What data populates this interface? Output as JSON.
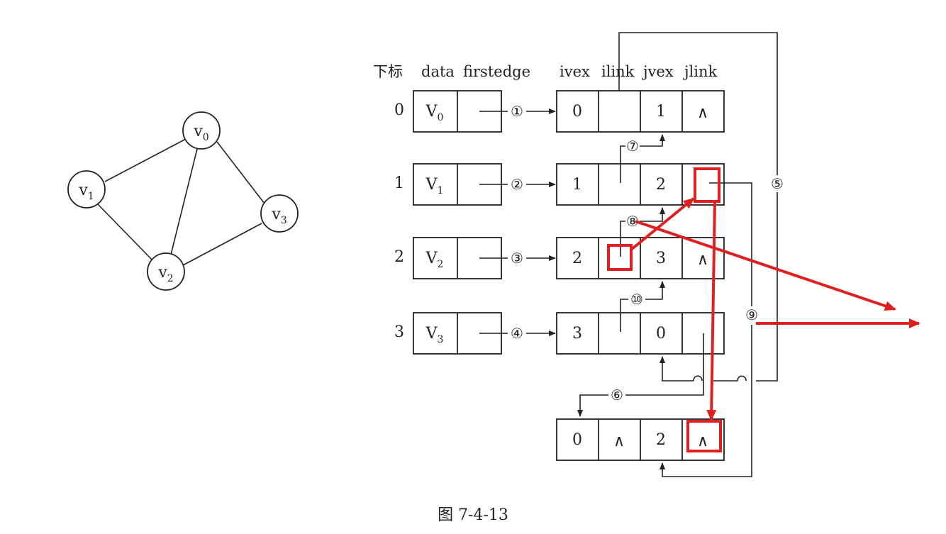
{
  "graph": {
    "vertices": [
      {
        "id": "v0",
        "base": "v",
        "sub": "0"
      },
      {
        "id": "v1",
        "base": "v",
        "sub": "1"
      },
      {
        "id": "v2",
        "base": "v",
        "sub": "2"
      },
      {
        "id": "v3",
        "base": "v",
        "sub": "3"
      }
    ],
    "edges": [
      [
        "v0",
        "v1"
      ],
      [
        "v0",
        "v2"
      ],
      [
        "v0",
        "v3"
      ],
      [
        "v1",
        "v2"
      ],
      [
        "v2",
        "v3"
      ]
    ]
  },
  "headers": {
    "index": "下标",
    "data": "data",
    "firstedge": "firstedge",
    "ivex": "ivex",
    "ilink": "ilink",
    "jvex": "jvex",
    "jlink": "jlink"
  },
  "vertex_table": [
    {
      "index": "0",
      "base": "V",
      "sub": "0"
    },
    {
      "index": "1",
      "base": "V",
      "sub": "1"
    },
    {
      "index": "2",
      "base": "V",
      "sub": "2"
    },
    {
      "index": "3",
      "base": "V",
      "sub": "3"
    }
  ],
  "edge_nodes": [
    {
      "ivex": "0",
      "ilink": "",
      "jvex": "1",
      "jlink": "∧"
    },
    {
      "ivex": "1",
      "ilink": "",
      "jvex": "2",
      "jlink": ""
    },
    {
      "ivex": "2",
      "ilink": "",
      "jvex": "3",
      "jlink": "∧"
    },
    {
      "ivex": "3",
      "ilink": "",
      "jvex": "0",
      "jlink": ""
    },
    {
      "ivex": "0",
      "ilink": "∧",
      "jvex": "2",
      "jlink": "∧"
    }
  ],
  "step_labels": [
    "①",
    "②",
    "③",
    "④",
    "⑤",
    "⑥",
    "⑦",
    "⑧",
    "⑨",
    "⑩"
  ],
  "caption": "图 7-4-13",
  "colors": {
    "ink": "#222222",
    "highlight": "#e02020"
  }
}
